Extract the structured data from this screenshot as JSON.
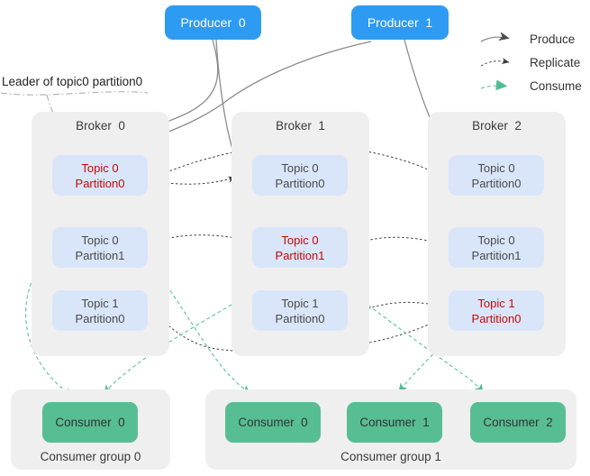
{
  "producers": [
    {
      "label": "Producer  0"
    },
    {
      "label": "Producer  1"
    }
  ],
  "legend": {
    "items": [
      {
        "name": "produce",
        "label": "Produce"
      },
      {
        "name": "replicate",
        "label": "Replicate"
      },
      {
        "name": "consume",
        "label": "Consume"
      }
    ]
  },
  "annotation": {
    "leader_note": "Leader of topic0 partition0"
  },
  "brokers": [
    {
      "label": "Broker  0",
      "partitions": [
        {
          "topic": "Topic 0",
          "partition": "Partition0",
          "leader": true
        },
        {
          "topic": "Topic 0",
          "partition": "Partition1",
          "leader": false
        },
        {
          "topic": "Topic 1",
          "partition": "Partition0",
          "leader": false
        }
      ]
    },
    {
      "label": "Broker  1",
      "partitions": [
        {
          "topic": "Topic 0",
          "partition": "Partition0",
          "leader": false
        },
        {
          "topic": "Topic 0",
          "partition": "Partition1",
          "leader": true
        },
        {
          "topic": "Topic 1",
          "partition": "Partition0",
          "leader": false
        }
      ]
    },
    {
      "label": "Broker  2",
      "partitions": [
        {
          "topic": "Topic 0",
          "partition": "Partition0",
          "leader": false
        },
        {
          "topic": "Topic 0",
          "partition": "Partition1",
          "leader": false
        },
        {
          "topic": "Topic 1",
          "partition": "Partition0",
          "leader": true
        }
      ]
    }
  ],
  "consumer_groups": [
    {
      "label": "Consumer group 0",
      "consumers": [
        {
          "label": "Consumer  0"
        }
      ]
    },
    {
      "label": "Consumer group 1",
      "consumers": [
        {
          "label": "Consumer  0"
        },
        {
          "label": "Consumer  1"
        },
        {
          "label": "Consumer  2"
        }
      ]
    }
  ],
  "colors": {
    "producer_blue": "#2e9bf2",
    "partition_blue": "#d9e6f9",
    "container_gray": "#efefef",
    "consumer_green": "#57be93",
    "leader_red": "#cb0606",
    "produce_line": "#8c8c8c",
    "replicate_line": "#3f3f3f",
    "consume_line": "#66c7a0",
    "annotation_line": "#adadad"
  }
}
